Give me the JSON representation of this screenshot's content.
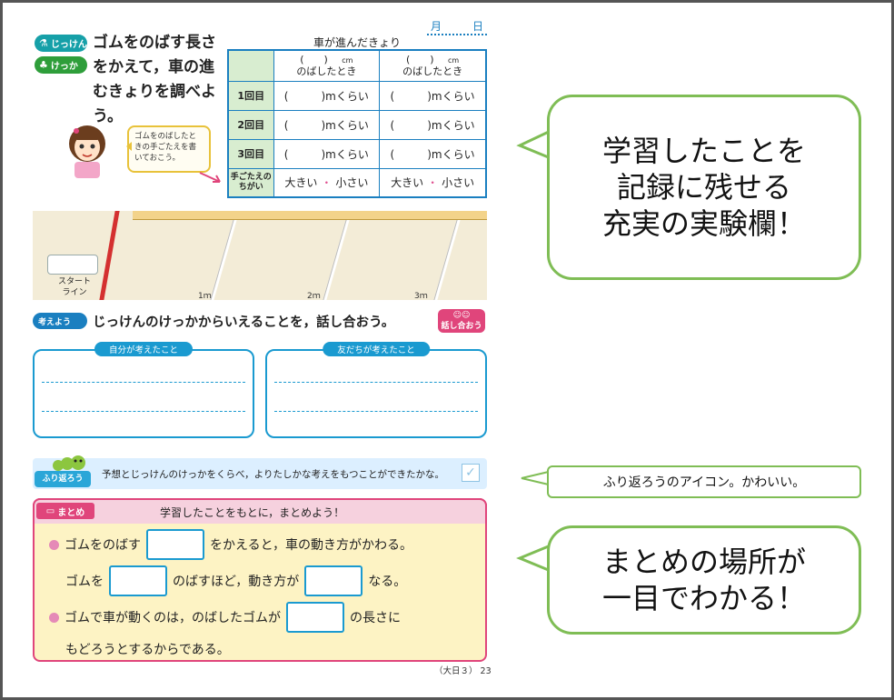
{
  "date": {
    "month": "月",
    "day": "日"
  },
  "tags": {
    "experiment": "じっけん",
    "result": "けっか",
    "think": "考えよう",
    "talk": "話し合おう",
    "reflect": "ふり返ろう",
    "summary": "まとめ"
  },
  "lead_text": "ゴムをのばす長さをかえて，車の進むきょりを調べよう。",
  "speech_text": "ゴムをのばしたときの手ごたえを書いておこう。",
  "table": {
    "title": "車が進んだきょり",
    "col_header_unit": "cm",
    "col_header_text": "のばしたとき",
    "rows": [
      {
        "label": "1回目",
        "unit": "mくらい"
      },
      {
        "label": "2回目",
        "unit": "mくらい"
      },
      {
        "label": "3回目",
        "unit": "mくらい"
      }
    ],
    "feel_label": "手ごたえのちがい",
    "feel_big": "大きい",
    "feel_small": "小さい"
  },
  "track": {
    "start_label": "スタートライン",
    "marks": [
      "1ｍ",
      "2ｍ",
      "3ｍ"
    ]
  },
  "discuss": {
    "prompt": "じっけんのけっかからいえることを，話し合おう。",
    "self_header": "自分が考えたこと",
    "friend_header": "友だちが考えたこと"
  },
  "reflect_text": "予想とじっけんのけっかをくらべ，よりたしかな考えをもつことができたかな。",
  "summary": {
    "heading": "学習したことをもとに，まとめよう！",
    "line1_a": "ゴムをのばす",
    "line1_b": "をかえると，車の動き方がかわる。",
    "line2_a": "ゴムを",
    "line2_b": "のばすほど，動き方が",
    "line2_c": "なる。",
    "line3_a": "ゴムで車が動くのは，のばしたゴムが",
    "line3_b": "の長さに",
    "line4": "もどろうとするからである。"
  },
  "footer": {
    "code": "（大日３）",
    "page": "23"
  },
  "callouts": {
    "top": [
      "学習したことを",
      "記録に残せる",
      "充実の実験欄！"
    ],
    "middle": "ふり返ろうのアイコン。かわいい。",
    "bottom": [
      "まとめの場所が",
      "一目でわかる！"
    ]
  },
  "colors": {
    "accent_blue": "#1a7fc0",
    "accent_pink": "#e0457b",
    "callout_green": "#7fbd55"
  }
}
